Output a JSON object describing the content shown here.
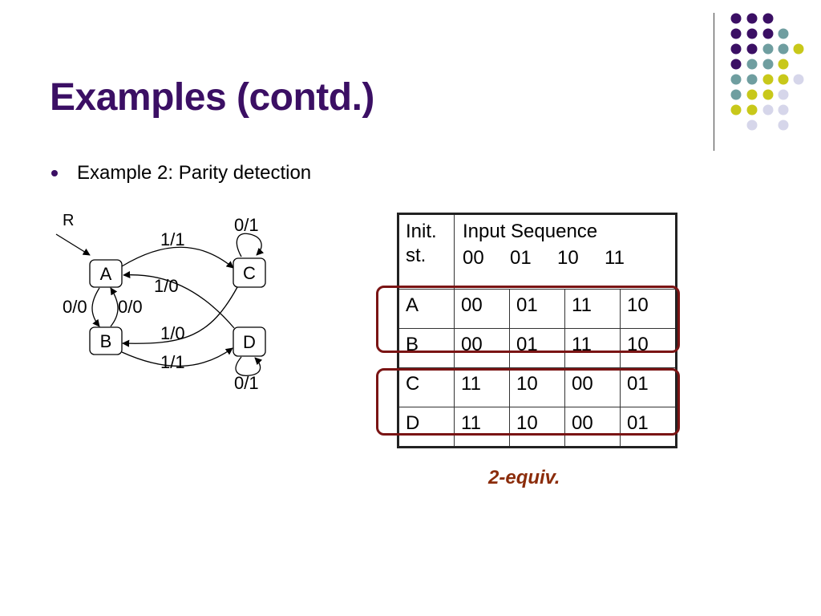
{
  "title": "Examples (contd.)",
  "bullet": "Example 2: Parity detection",
  "diagram": {
    "reset_label": "R",
    "states": [
      "A",
      "B",
      "C",
      "D"
    ],
    "edge_labels": {
      "c_self": "0/1",
      "a_to_c": "1/1",
      "d_to_a": "1/0",
      "a_to_b": "0/0",
      "b_to_a": "0/0",
      "c_to_b": "1/0",
      "b_to_d": "1/1",
      "d_self": "0/1"
    }
  },
  "table": {
    "header_first": "Init. st.",
    "header_title": "Input Sequence",
    "columns": [
      "00",
      "01",
      "10",
      "11"
    ],
    "rows": [
      {
        "state": "A",
        "values": [
          "00",
          "01",
          "11",
          "10"
        ]
      },
      {
        "state": "B",
        "values": [
          "00",
          "01",
          "11",
          "10"
        ]
      },
      {
        "state": "C",
        "values": [
          "11",
          "10",
          "00",
          "01"
        ]
      },
      {
        "state": "D",
        "values": [
          "11",
          "10",
          "00",
          "01"
        ]
      }
    ]
  },
  "equiv_label": "2-equiv.",
  "colors": {
    "title": "#3b0f64",
    "highlight_box": "#7a1414",
    "equiv_text": "#8b2c0a",
    "dot_purple": "#3b0f64",
    "dot_teal": "#6f9ea0",
    "dot_lime": "#c8c81a",
    "dot_lavender": "#d6d6ea"
  }
}
